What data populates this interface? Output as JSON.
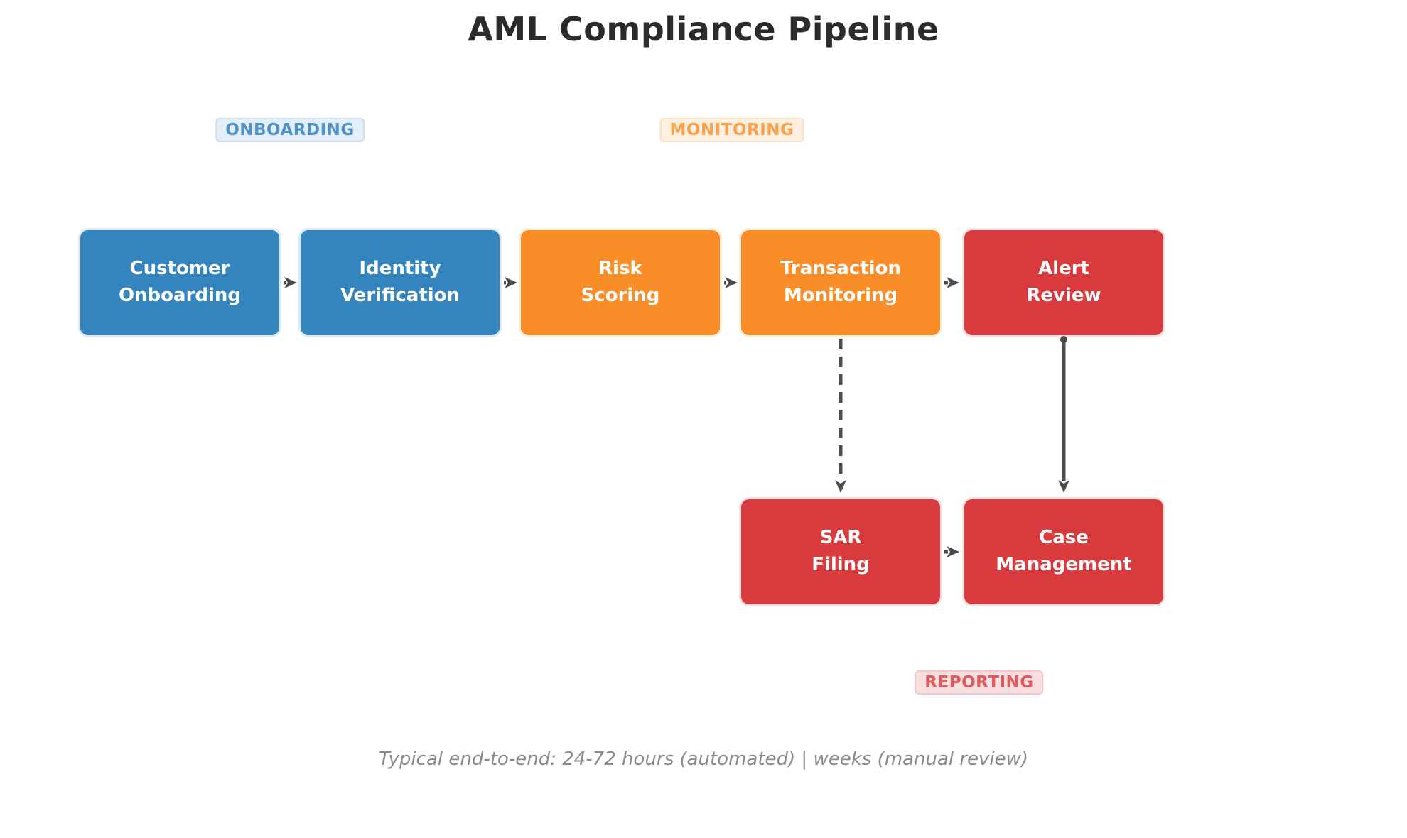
{
  "title": "AML Compliance Pipeline",
  "caption": "Typical end-to-end: 24-72 hours (automated) | weeks (manual review)",
  "stages": [
    {
      "label": "ONBOARDING",
      "text_color": "#4e92c6",
      "bg": "#e4eef8",
      "border": "#cadef0"
    },
    {
      "label": "MONITORING",
      "text_color": "#f9a04f",
      "bg": "#fef0e1",
      "border": "#fcdfc4"
    },
    {
      "label": "REPORTING",
      "text_color": "#e05a5e",
      "bg": "#f9dfe0",
      "border": "#f4c7c9"
    }
  ],
  "nodes": [
    {
      "id": "customer-onboarding",
      "label": "Customer\nOnboarding",
      "fill": "#3484bd",
      "border": "#dce8f2"
    },
    {
      "id": "identity-verification",
      "label": "Identity\nVerification",
      "fill": "#3484bd",
      "border": "#dce8f2"
    },
    {
      "id": "risk-scoring",
      "label": "Risk\nScoring",
      "fill": "#f98d27",
      "border": "#fdeedd"
    },
    {
      "id": "transaction-monitoring",
      "label": "Transaction\nMonitoring",
      "fill": "#f98d27",
      "border": "#fdeedd"
    },
    {
      "id": "alert-review",
      "label": "Alert\nReview",
      "fill": "#d93a3e",
      "border": "#fbe3e4"
    },
    {
      "id": "sar-filing",
      "label": "SAR\nFiling",
      "fill": "#d93a3e",
      "border": "#fbe3e4"
    },
    {
      "id": "case-management",
      "label": "Case\nManagement",
      "fill": "#d93a3e",
      "border": "#fbe3e4"
    }
  ],
  "connections": [
    {
      "from": "Customer Onboarding",
      "to": "Identity Verification",
      "style": "solid"
    },
    {
      "from": "Identity Verification",
      "to": "Risk Scoring",
      "style": "solid"
    },
    {
      "from": "Risk Scoring",
      "to": "Transaction Monitoring",
      "style": "solid"
    },
    {
      "from": "Transaction Monitoring",
      "to": "Alert Review",
      "style": "solid"
    },
    {
      "from": "Transaction Monitoring",
      "to": "SAR Filing",
      "style": "dashed"
    },
    {
      "from": "Alert Review",
      "to": "Case Management",
      "style": "solid"
    },
    {
      "from": "SAR Filing",
      "to": "Case Management",
      "style": "solid"
    }
  ],
  "colors": {
    "arrow": "#4d4d4d",
    "title": "#2b2b2b",
    "caption": "#8a8a8a",
    "background": "#ffffff"
  }
}
